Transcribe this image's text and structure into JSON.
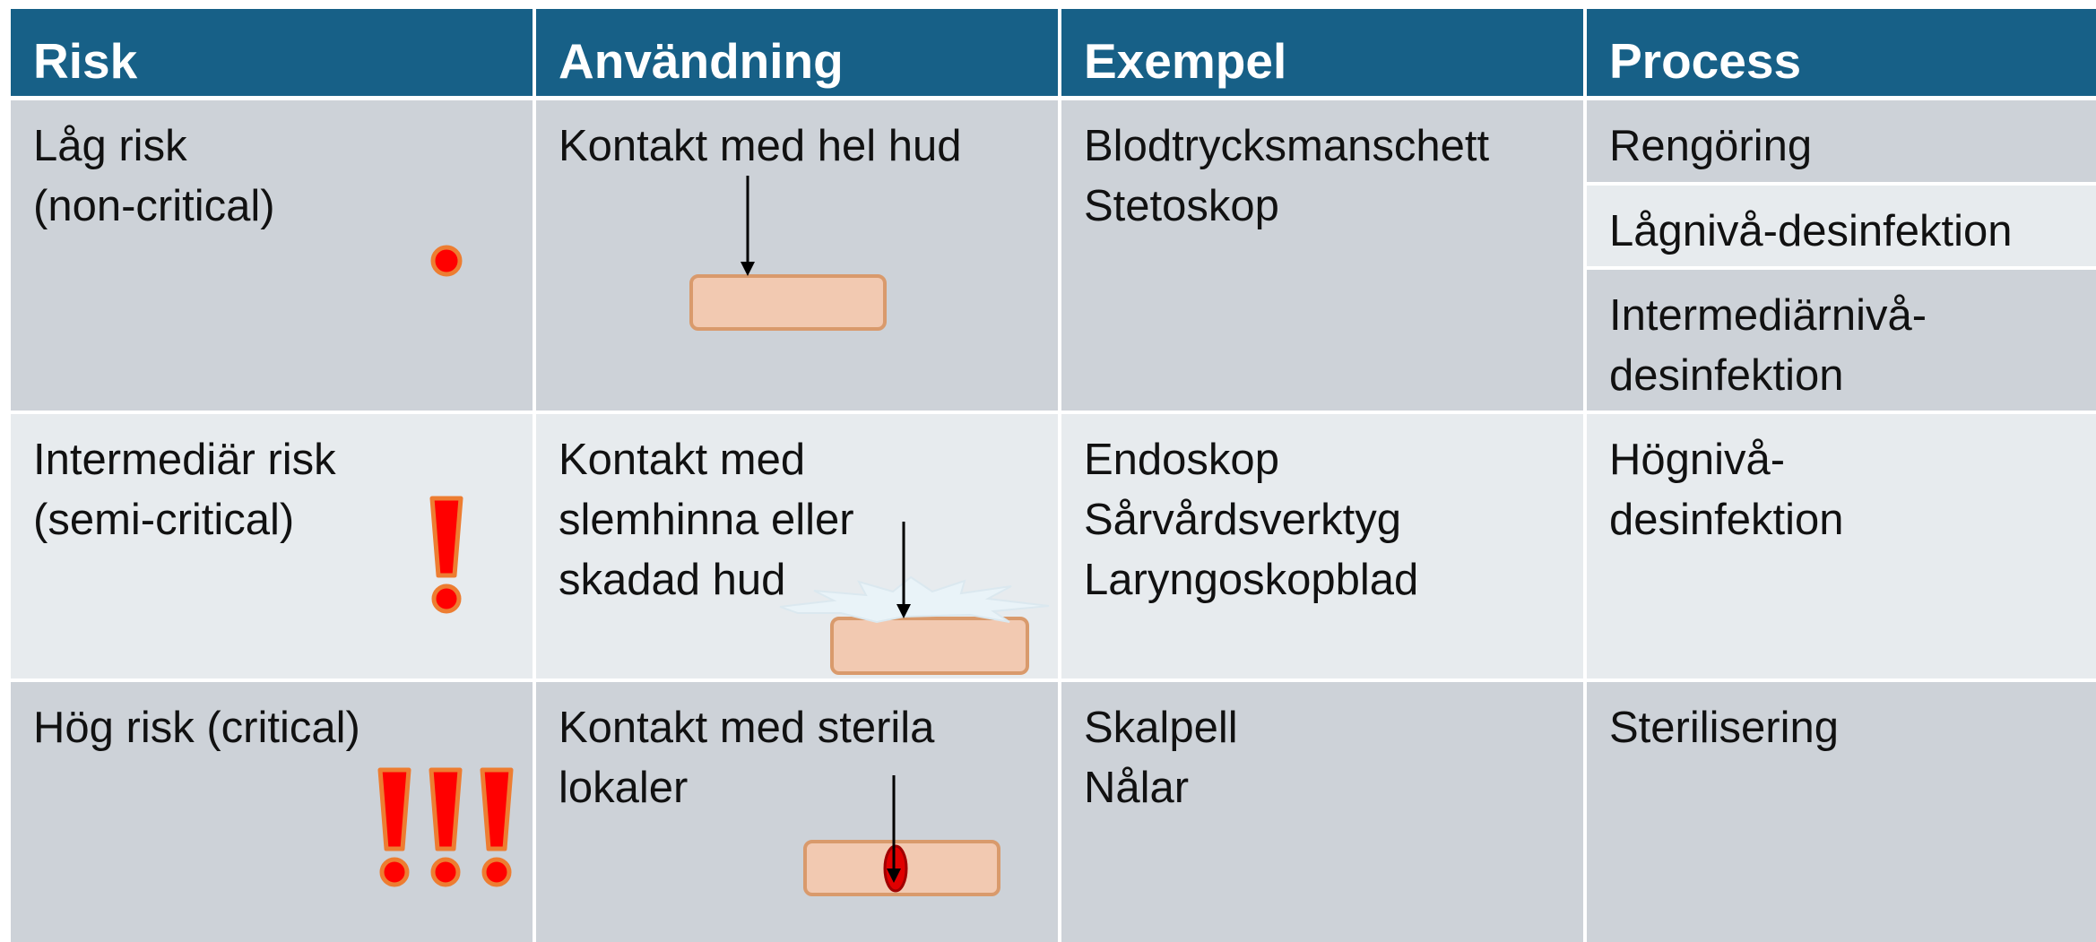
{
  "table": {
    "headers": [
      "Risk",
      "Användning",
      "Exempel",
      "Process"
    ],
    "rows": [
      {
        "risk": [
          "Låg risk",
          "(non-critical)"
        ],
        "usage": [
          "Kontakt med hel hud"
        ],
        "examples": [
          "Blodtrycksmanschett",
          "Stetoskop"
        ],
        "process": [
          "Rengöring",
          "Lågnivå-desinfektion",
          "Intermediärnivå-",
          "desinfektion"
        ]
      },
      {
        "risk": [
          "Intermediär risk",
          "(semi-critical)"
        ],
        "usage": [
          "Kontakt med",
          "slemhinna eller",
          "skadad hud"
        ],
        "examples": [
          "Endoskop",
          "Sårvårdsverktyg",
          "Laryngoskopblad"
        ],
        "process": [
          "Högnivå-",
          "desinfektion"
        ]
      },
      {
        "risk": [
          "Hög risk (critical)"
        ],
        "usage": [
          "Kontakt med sterila",
          "lokaler"
        ],
        "examples": [
          "Skalpell",
          "Nålar"
        ],
        "process": [
          "Sterilisering"
        ]
      }
    ]
  },
  "icons": {
    "low_risk": "red-dot-icon",
    "intermediate_risk": "exclamation-icon",
    "high_risk": "triple-exclamation-icon",
    "intact_skin": "intact-skin-icon",
    "damaged_skin": "damaged-skin-icon",
    "sterile_tissue": "sterile-tissue-icon"
  },
  "colors": {
    "header_bg": "#176087",
    "row_dark": "#cdd2d8",
    "row_light": "#e7ebee",
    "alert_red": "#ff0000",
    "alert_outline": "#ed7d31",
    "skin_fill": "#f2c9b1",
    "skin_border": "#d99a6c"
  }
}
